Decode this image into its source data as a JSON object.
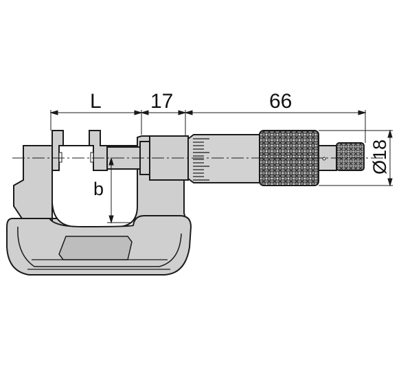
{
  "dimensions": {
    "jaw_length_label": "L",
    "spindle_length_label": "17",
    "thimble_length_label": "66",
    "jaw_depth_label": "b",
    "ratchet_diameter_label": "Ø18"
  },
  "colors": {
    "body_fill": "#cfcfcf",
    "outline": "#1a1a1a",
    "white": "#ffffff",
    "knurl_fill": "#8a8a8a"
  }
}
